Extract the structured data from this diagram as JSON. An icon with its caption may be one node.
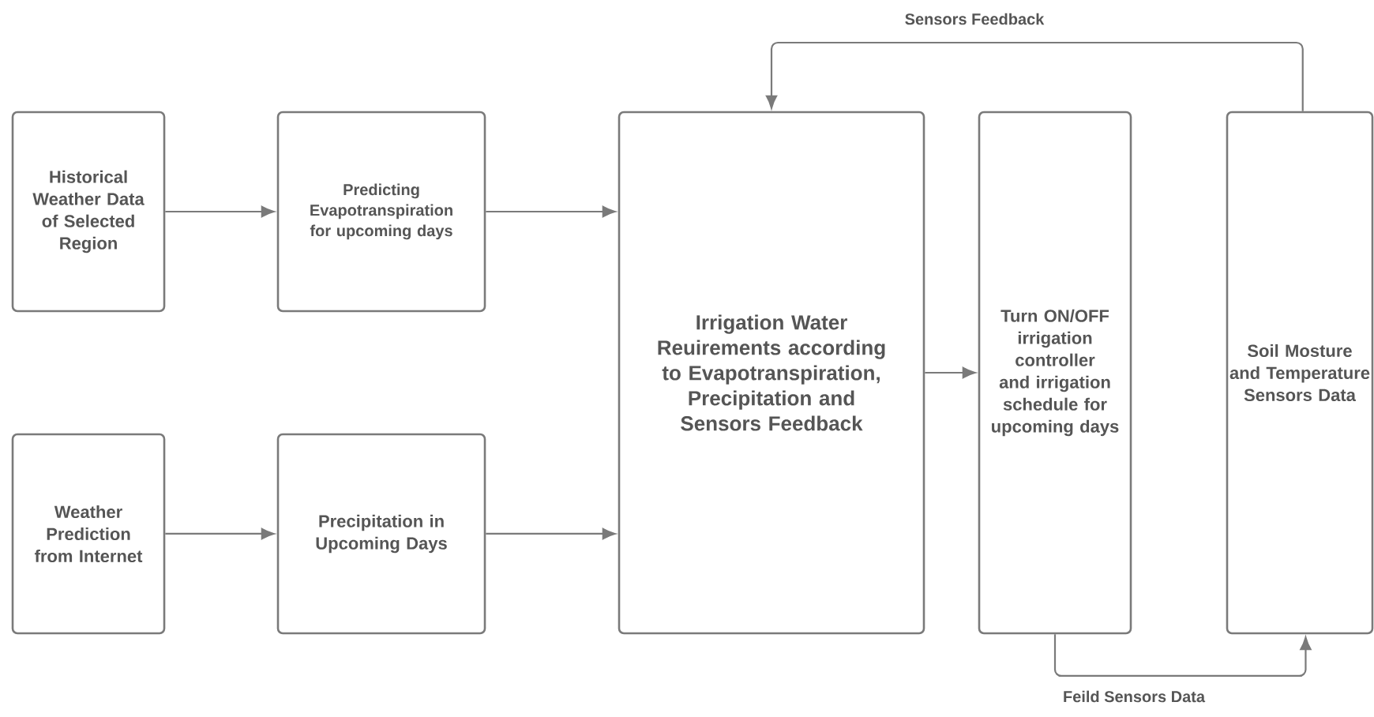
{
  "diagram": {
    "nodes": [
      {
        "text": [
          "Historical Weather Data of Selected Region"
        ]
      },
      {
        "text": [
          "Predicting Evapotranspiration for upcoming days"
        ]
      },
      {
        "text": [
          "Weather Prediction from Internet"
        ]
      },
      {
        "text": [
          "Precipitation in Upcoming Days"
        ]
      },
      {
        "text": [
          "Irrigation Water Reuirements according to Evapotranspiration, Precipitation and Sensors  Feedback"
        ]
      },
      {
        "text": [
          "Turn ON/OFF irrigation controller and irrigation schedule for upcoming days"
        ]
      },
      {
        "text": [
          "Soil Mosture and Temperature Sensors Data"
        ]
      }
    ],
    "edges": [
      {
        "from": 0,
        "to": 1,
        "arrow": "to"
      },
      {
        "from": 1,
        "to": 4,
        "arrow": "to"
      },
      {
        "from": 2,
        "to": 3,
        "arrow": "to"
      },
      {
        "from": 3,
        "to": 4,
        "arrow": "to"
      },
      {
        "from": 4,
        "to": 5,
        "arrow": "to"
      },
      {
        "from": 6,
        "to": 4,
        "arrow": "to",
        "label": "Sensors Feedback"
      },
      {
        "from": 5,
        "to": 6,
        "arrow": "to",
        "label": "Feild Sensors Data"
      }
    ]
  }
}
